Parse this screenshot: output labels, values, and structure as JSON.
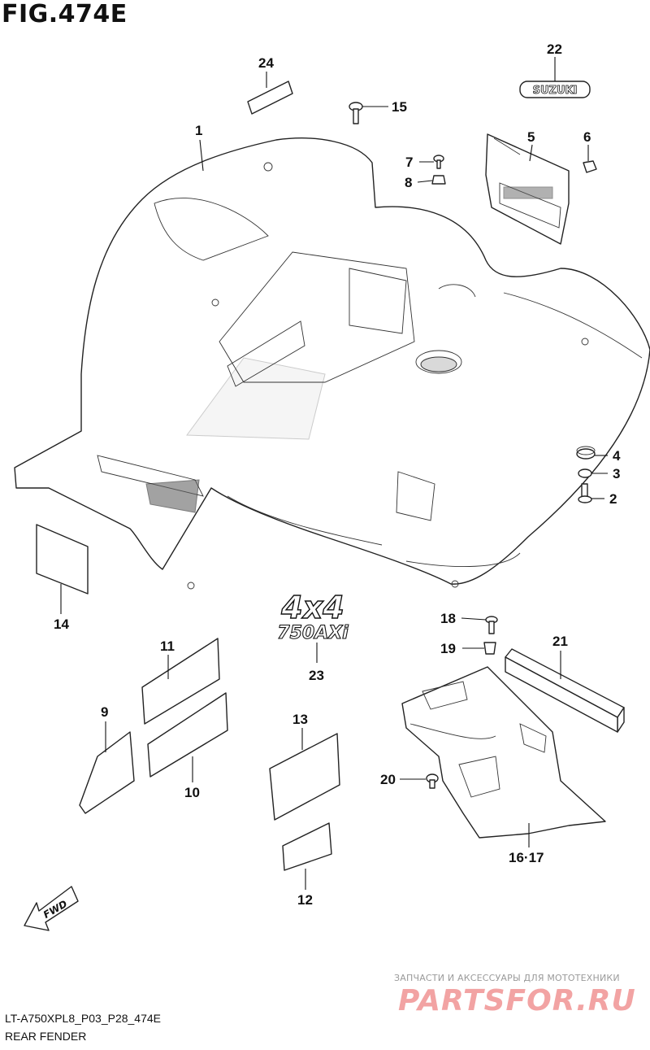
{
  "title": "FIG.474E",
  "model_code": "LT-A750XPL8_P03_P28_474E",
  "section_name": "REAR FENDER",
  "direction_label": "FWD",
  "emblem_22_text": "SUZUKI",
  "emblem_23_text_top": "4x4",
  "emblem_23_text_bottom": "750AXi",
  "watermark_top": "ЗАПЧАСТИ И АКСЕССУАРЫ ДЛЯ МОТОТЕХНИКИ",
  "watermark_logo": "PARTSFOR.RU",
  "callouts": {
    "c1": "1",
    "c2": "2",
    "c3": "3",
    "c4": "4",
    "c5": "5",
    "c6": "6",
    "c7": "7",
    "c8": "8",
    "c9": "9",
    "c10": "10",
    "c11": "11",
    "c12": "12",
    "c13": "13",
    "c14": "14",
    "c15": "15",
    "c16_17": "16·17",
    "c18": "18",
    "c19": "19",
    "c20": "20",
    "c21": "21",
    "c22": "22",
    "c23": "23",
    "c24": "24"
  }
}
